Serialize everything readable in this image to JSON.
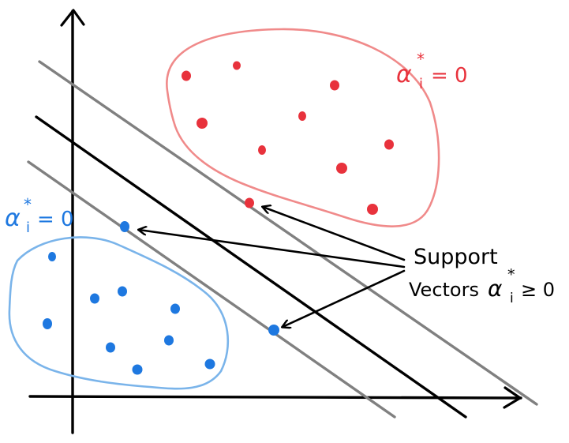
{
  "colors": {
    "background": "#ffffff",
    "axis": "#000000",
    "hyperplane": "#000000",
    "margin": "#808080",
    "class_pos": "#e8323c",
    "class_pos_outline": "#f08a8a",
    "class_neg": "#1e78e0",
    "class_neg_outline": "#7ab4ea",
    "annotation": "#000000"
  },
  "labels": {
    "red_alpha": {
      "symbol": "α",
      "sub": "i",
      "sup": "*",
      "rest": "= 0"
    },
    "blue_alpha": {
      "symbol": "α",
      "sub": "i",
      "sup": "*",
      "rest": "= 0"
    },
    "support_line1": "Support",
    "support_line2_prefix": "Vectors",
    "support_alpha": {
      "symbol": "α",
      "sub": "i",
      "sup": "*",
      "rest": "≥ 0"
    }
  },
  "icons": {
    "arrow": "arrow-icon"
  }
}
